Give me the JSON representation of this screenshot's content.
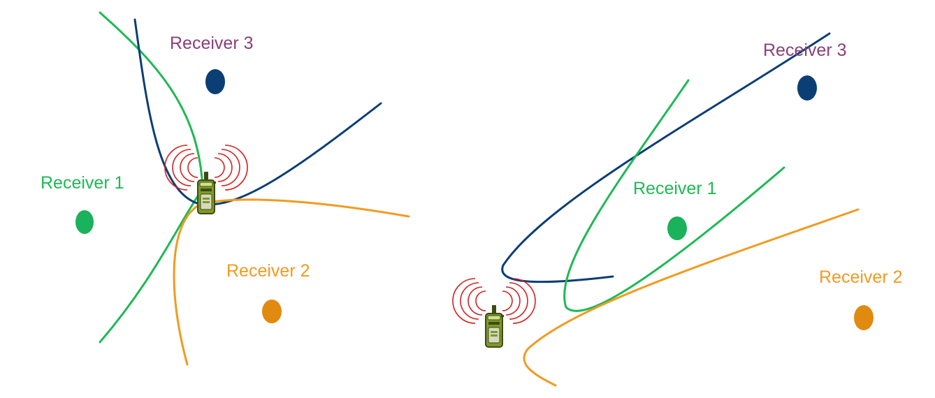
{
  "colors": {
    "receiver1": "#1db954",
    "receiver2": "#f29a1f",
    "receiver3": "#0b3e74",
    "receiver3_label": "#8a3f7a",
    "receiver1_dot": "#1ab25a",
    "receiver2_dot": "#e08a10",
    "receiver3_dot": "#0b3e74",
    "radio_body": "#7c9a2a",
    "radio_outline": "#3f4a12",
    "radio_waves": "#d42020"
  },
  "icons": {
    "transmitter": "handheld-radio-icon",
    "signal": "radio-waves-icon"
  },
  "left_panel": {
    "receiver1_label": "Receiver 1",
    "receiver2_label": "Receiver 2",
    "receiver3_label": "Receiver 3"
  },
  "right_panel": {
    "receiver1_label": "Receiver 1",
    "receiver2_label": "Receiver 2",
    "receiver3_label": "Receiver 3"
  }
}
